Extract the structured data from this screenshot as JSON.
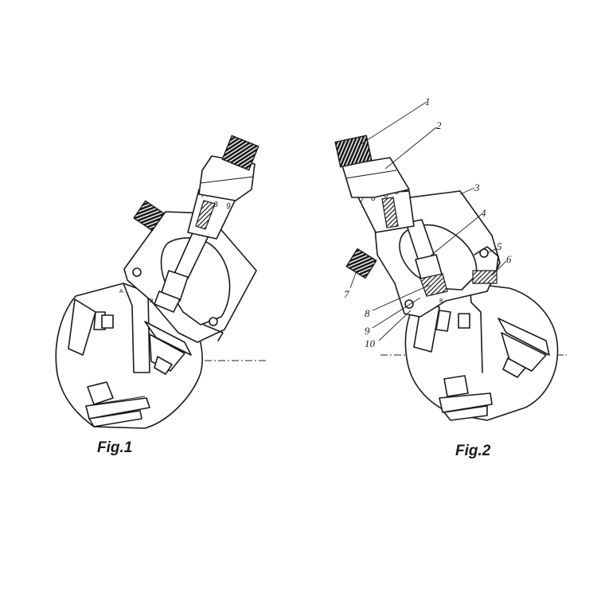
{
  "figures": [
    {
      "caption": "Fig.1",
      "scale_numbers": [
        "7",
        "8",
        "9"
      ],
      "point_labels": [
        "A",
        "B"
      ]
    },
    {
      "caption": "Fig.2",
      "scale_numbers": [
        "7",
        "8",
        "8",
        "9"
      ],
      "point_labels": [
        "B"
      ],
      "part_numbers": [
        "1",
        "2",
        "3",
        "4",
        "5",
        "6",
        "7",
        "8",
        "9",
        "10"
      ]
    }
  ]
}
